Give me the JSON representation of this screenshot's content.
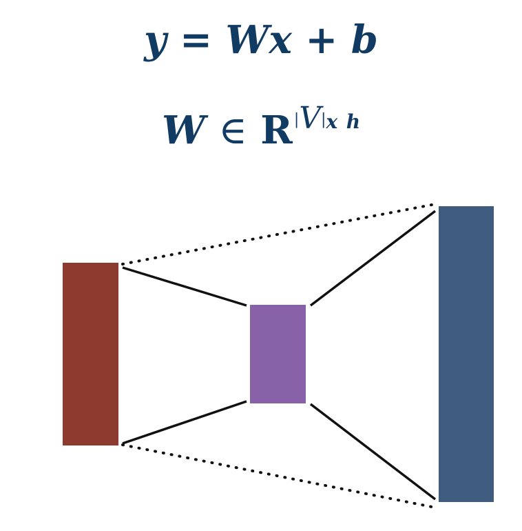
{
  "equation_1": {
    "y": "y",
    "equals": "=",
    "W": "W",
    "x": "x",
    "plus": "+",
    "b": "b"
  },
  "equation_2": {
    "W": "W",
    "in": "∈",
    "R": "R",
    "bar_left": "|",
    "V": "V",
    "bar_right": "|",
    "x": "x",
    "h": "h"
  },
  "colors": {
    "equation_text": "#123b63",
    "input_block": "#8e3b2f",
    "hidden_block": "#8862a8",
    "output_block": "#3f5b7d",
    "connector_line": "#111111"
  }
}
